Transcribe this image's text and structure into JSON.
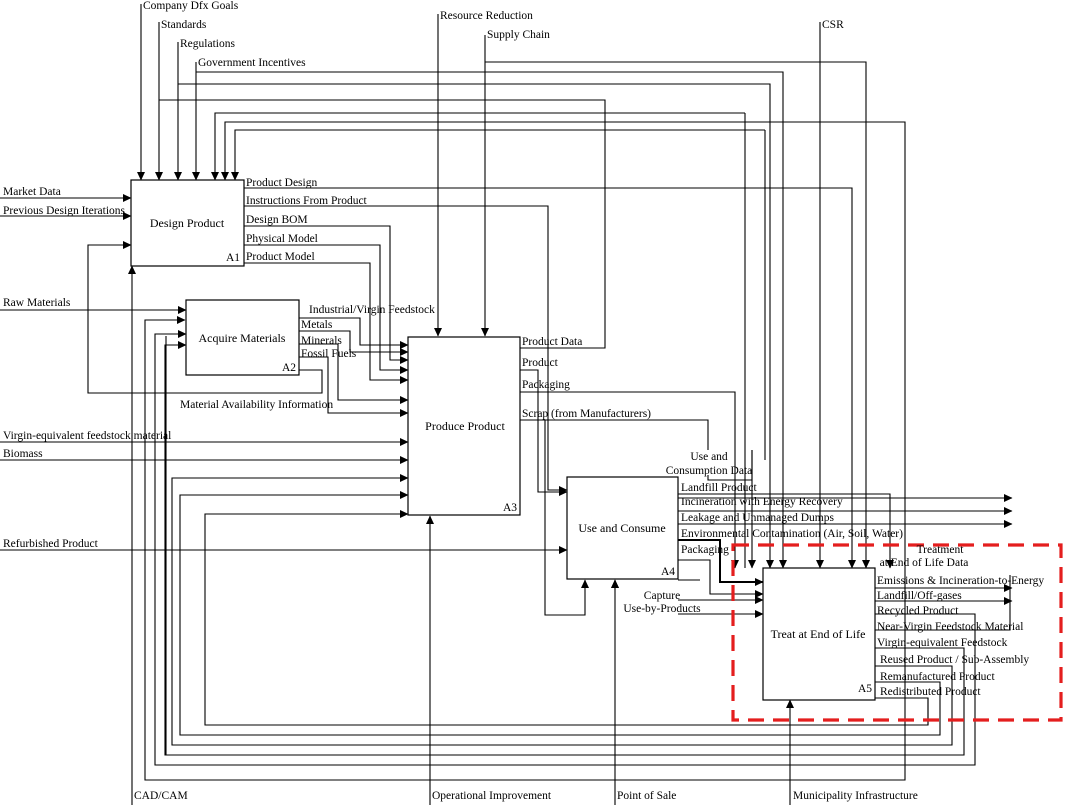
{
  "boxes": {
    "a1": {
      "title": "Design Product",
      "id": "A1"
    },
    "a2": {
      "title": "Acquire Materials",
      "id": "A2"
    },
    "a3": {
      "title": "Produce Product",
      "id": "A3"
    },
    "a4": {
      "title": "Use and Consume",
      "id": "A4"
    },
    "a5": {
      "title": "Treat at End of Life",
      "id": "A5"
    }
  },
  "controls": {
    "company_dfx_goals": "Company Dfx Goals",
    "standards": "Standards",
    "regulations": "Regulations",
    "government_incentives": "Government Incentives",
    "resource_reduction": "Resource Reduction",
    "supply_chain": "Supply Chain",
    "csr": "CSR"
  },
  "inputs": {
    "market_data": "Market Data",
    "previous_design_iterations": "Previous Design Iterations",
    "raw_materials": "Raw Materials",
    "virgin_equivalent_feedstock": "Virgin-equivalent feedstock material",
    "biomass": "Biomass",
    "refurbished_product": "Refurbished Product"
  },
  "mechanisms": {
    "cad_cam": "CAD/CAM",
    "operational_improvement": "Operational Improvement",
    "point_of_sale": "Point of Sale",
    "municipality_infrastructure": "Municipality Infrastructure"
  },
  "a1_outputs": {
    "product_design": "Product Design",
    "instructions_from_product": "Instructions From Product",
    "design_bom": "Design BOM",
    "physical_model": "Physical Model",
    "product_model": "Product Model"
  },
  "a2_outputs": {
    "industrial_virgin_feedstock": "Industrial/Virgin Feedstock",
    "metals": "Metals",
    "minerals": "Minerals",
    "fossil_fuels": "Fossil Fuels",
    "material_availability_information": "Material Availability Information"
  },
  "a3_outputs": {
    "product_data": "Product Data",
    "product": "Product",
    "packaging": "Packaging",
    "scrap": "Scrap (from Manufacturers)"
  },
  "a4_outputs": {
    "use_and_consumption_data": [
      "Use and",
      "Consumption Data"
    ],
    "landfill_product": "Landfill Product",
    "incineration_with_energy_recovery": "Incineration with Energy Recovery",
    "leakage_and_unmanaged_dumps": "Leakage and Unmanaged Dumps",
    "environmental_contamination": "Environmental Contamination (Air, Soil, Water)",
    "packaging": "Packaging",
    "capture_use_by_products": [
      "Capture",
      "Use-by-Products"
    ]
  },
  "a5_outputs": {
    "treatment_data": [
      "Treatment",
      "at End of Life Data"
    ],
    "emissions": "Emissions & Incineration-to-Energy",
    "landfill_off_gases": "Landfill/Off-gases",
    "recycled_product": "Recycled Product",
    "near_virgin_feedstock": "Near-Virgin Feedstock Material",
    "virgin_equivalent_feedstock": "Virgin-equivalent Feedstock",
    "reused_product": "Reused Product / Sub-Assembly",
    "remanufactured_product": "Remanufactured Product",
    "redistributed_product": "Redistributed Product"
  },
  "highlight_color": "#e41e1e"
}
